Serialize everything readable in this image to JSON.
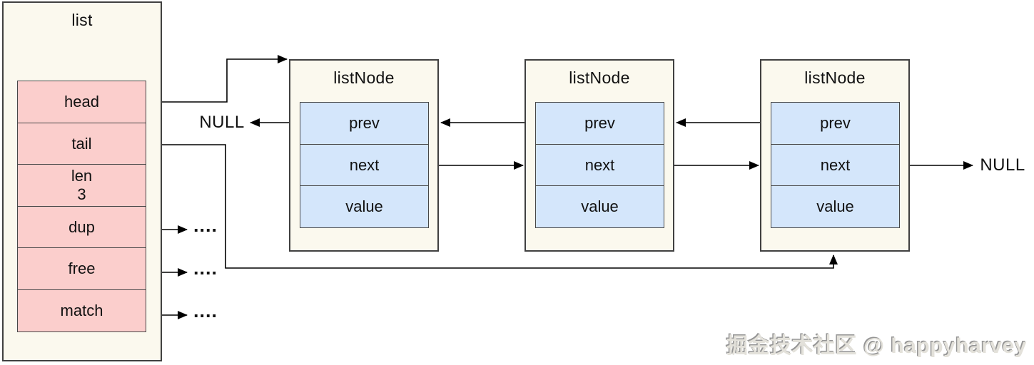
{
  "diagram": {
    "description": "Doubly linked list structure diagram",
    "list_struct": {
      "title": "list",
      "fields": [
        {
          "name": "head",
          "label": "head"
        },
        {
          "name": "tail",
          "label": "tail"
        },
        {
          "name": "len",
          "label": "len",
          "value": "3"
        },
        {
          "name": "dup",
          "label": "dup"
        },
        {
          "name": "free",
          "label": "free"
        },
        {
          "name": "match",
          "label": "match"
        }
      ]
    },
    "nodes": [
      {
        "title": "listNode",
        "fields": [
          "prev",
          "next",
          "value"
        ]
      },
      {
        "title": "listNode",
        "fields": [
          "prev",
          "next",
          "value"
        ]
      },
      {
        "title": "listNode",
        "fields": [
          "prev",
          "next",
          "value"
        ]
      }
    ],
    "labels": {
      "null_head_prev": "NULL",
      "null_tail_next": "NULL",
      "dup_dots": "....",
      "free_dots": "....",
      "match_dots": "...."
    },
    "edges": [
      {
        "from": "list.head",
        "to": "node0.top"
      },
      {
        "from": "list.tail",
        "to": "node2.bottom"
      },
      {
        "from": "list.dup",
        "to": "ellipsis"
      },
      {
        "from": "list.free",
        "to": "ellipsis"
      },
      {
        "from": "list.match",
        "to": "ellipsis"
      },
      {
        "from": "node0.prev",
        "to": "NULL"
      },
      {
        "from": "node0.next",
        "to": "node1"
      },
      {
        "from": "node1.prev",
        "to": "node0"
      },
      {
        "from": "node1.next",
        "to": "node2"
      },
      {
        "from": "node2.prev",
        "to": "node1"
      },
      {
        "from": "node2.next",
        "to": "NULL"
      }
    ],
    "watermark": "掘金技术社区 @ happyharvey",
    "colors": {
      "container_bg": "#fbf9ee",
      "list_field_bg": "#fbcecc",
      "node_field_bg": "#d4e6fb",
      "border_color": "#404040",
      "arrow_color": "#000000"
    }
  }
}
